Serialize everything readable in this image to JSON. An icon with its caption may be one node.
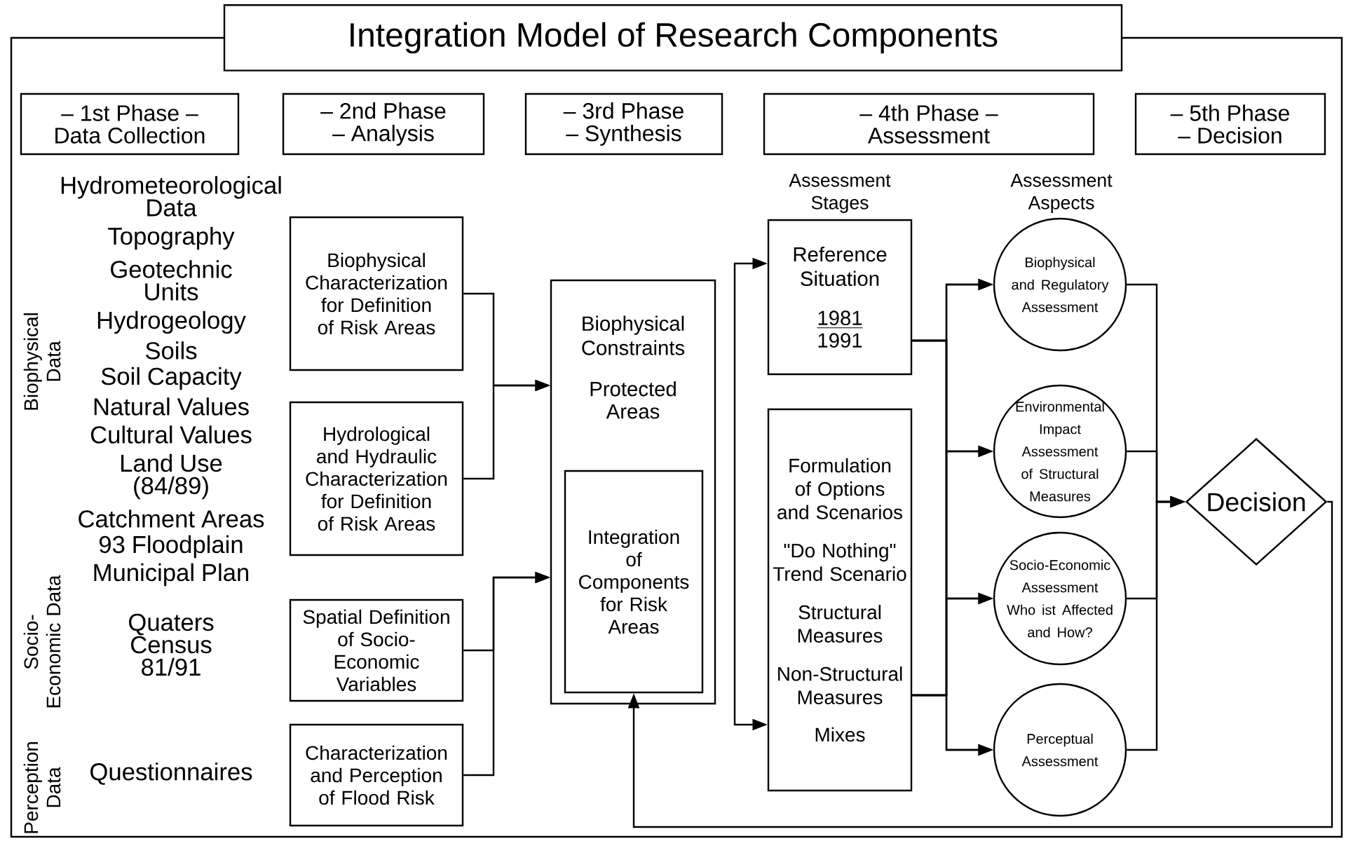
{
  "diagram": {
    "title": "Integration Model of Research Components",
    "nodes": [
      {
        "text": [
          "– 1st Phase – Data Collection"
        ]
      },
      {
        "text": [
          "– 2nd Phase – Analysis"
        ]
      },
      {
        "text": [
          "– 3rd Phase – Synthesis"
        ]
      },
      {
        "text": [
          "– 4th Phase – Assessment"
        ]
      },
      {
        "text": [
          "– 5th Phase – Decision"
        ]
      },
      {
        "text": [
          "Biophysical Characterization for Definition of Risk Areas"
        ]
      },
      {
        "text": [
          "Hydrological and Hydraulic Characterization for Definition of Risk Areas"
        ]
      },
      {
        "text": [
          "Spatial Definition of Socio-Economic Variables"
        ]
      },
      {
        "text": [
          "Characterization and Perception of Flood Risk"
        ]
      },
      {
        "text": [
          "Biophysical Constraints",
          "Protected Areas"
        ]
      },
      {
        "text": [
          "Integration of Components for Risk Areas"
        ],
        "in": 9
      },
      {
        "text": [
          "Reference Situation",
          "1981",
          "1991"
        ]
      },
      {
        "text": [
          "Formulation of Options and Scenarios",
          "\"Do Nothing\" Trend Scenario",
          "Structural Measures",
          "Non-Structural Measures",
          "Mixes"
        ]
      },
      {
        "text": [
          "Biophysical and Regulatory Assessment"
        ]
      },
      {
        "text": [
          "Environmental Impact Assessment of Structural Measures"
        ]
      },
      {
        "text": [
          "Socio-Economic Assessment Who ist Affected and How?"
        ]
      },
      {
        "text": [
          "Perceptual Assessment"
        ]
      },
      {
        "text": [
          "Decision"
        ]
      }
    ],
    "edges": [
      {
        "from": 5,
        "to": 9,
        "arrow": "to"
      },
      {
        "from": 6,
        "to": 9,
        "arrow": "to"
      },
      {
        "from": 7,
        "to": 9,
        "arrow": "to"
      },
      {
        "from": 8,
        "to": 9,
        "arrow": "to"
      },
      {
        "from": null,
        "to": 11,
        "arrow": "to"
      },
      {
        "from": null,
        "to": 12,
        "arrow": "to"
      },
      {
        "from": 11,
        "to": 13,
        "arrow": "to"
      },
      {
        "from": 11,
        "to": 14,
        "arrow": "to"
      },
      {
        "from": 11,
        "to": 15,
        "arrow": "to"
      },
      {
        "from": 11,
        "to": 16,
        "arrow": "to"
      },
      {
        "from": 12,
        "to": 13,
        "arrow": "to"
      },
      {
        "from": 12,
        "to": 14,
        "arrow": "to"
      },
      {
        "from": 12,
        "to": 15,
        "arrow": "to"
      },
      {
        "from": 12,
        "to": 16,
        "arrow": "to"
      },
      {
        "from": 13,
        "to": 17,
        "arrow": "to"
      },
      {
        "from": 14,
        "to": 17,
        "arrow": "to"
      },
      {
        "from": 15,
        "to": 17,
        "arrow": "to"
      },
      {
        "from": 16,
        "to": 17,
        "arrow": "to"
      },
      {
        "from": 17,
        "to": 10,
        "arrow": "to"
      }
    ],
    "labels": [
      "Biophysical Data",
      "Hydrometeorological Data",
      "Topography",
      "Geotechnic Units",
      "Hydrogeology",
      "Soils",
      "Soil Capacity",
      "Natural Values",
      "Cultural Values",
      "Land Use (84/89)",
      "Catchment Areas",
      "93 Floodplain",
      "Municipal Plan",
      "Socio-Economic Data",
      "Quaters Census 81/91",
      "Perception Data",
      "Questionnaires",
      "Assessment Stages",
      "Assessment Aspects"
    ]
  }
}
